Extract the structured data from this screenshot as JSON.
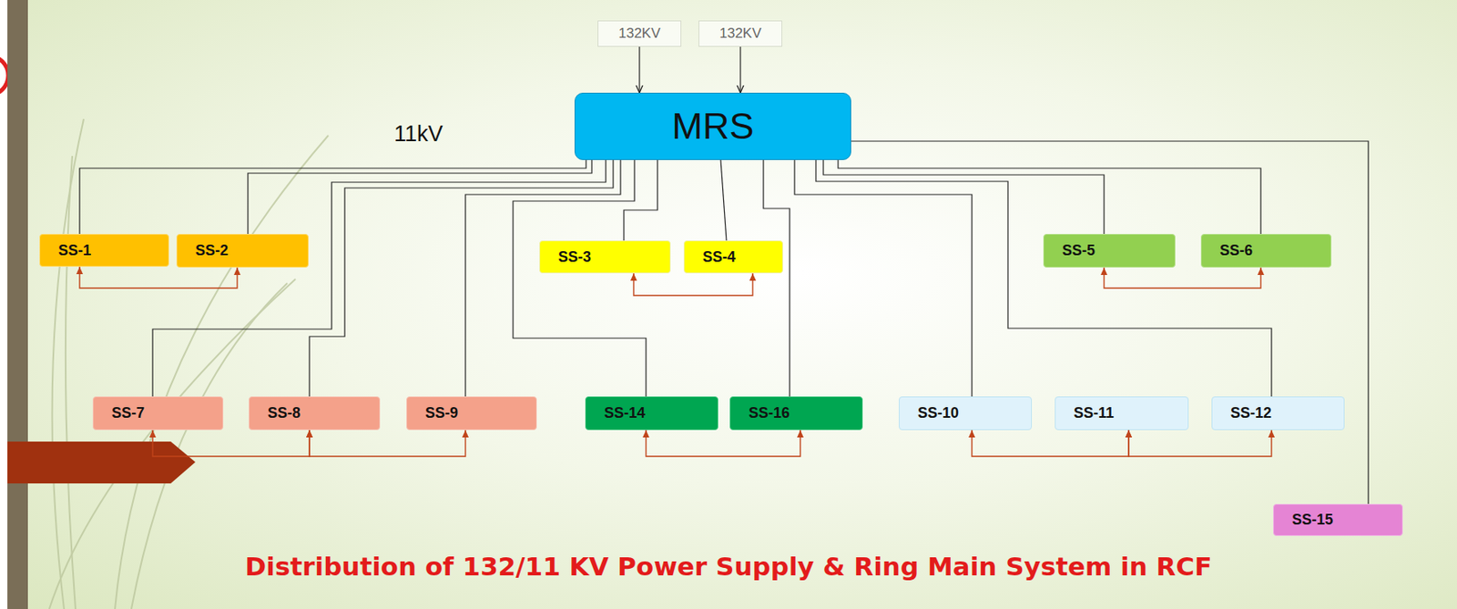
{
  "diagram": {
    "caption": "Distribution of 132/11 KV Power Supply & Ring Main System in RCF",
    "nodes": [
      {
        "text": [
          "132KV"
        ]
      },
      {
        "text": [
          "132KV"
        ]
      },
      {
        "text": [
          "MRS"
        ]
      },
      {
        "text": [
          "SS-1"
        ]
      },
      {
        "text": [
          "SS-2"
        ]
      },
      {
        "text": [
          "SS-3"
        ]
      },
      {
        "text": [
          "SS-4"
        ]
      },
      {
        "text": [
          "SS-5"
        ]
      },
      {
        "text": [
          "SS-6"
        ]
      },
      {
        "text": [
          "SS-7"
        ]
      },
      {
        "text": [
          "SS-8"
        ]
      },
      {
        "text": [
          "SS-9"
        ]
      },
      {
        "text": [
          "SS-14"
        ]
      },
      {
        "text": [
          "SS-16"
        ]
      },
      {
        "text": [
          "SS-10"
        ]
      },
      {
        "text": [
          "SS-11"
        ]
      },
      {
        "text": [
          "SS-12"
        ]
      },
      {
        "text": [
          "SS-15"
        ]
      }
    ],
    "edges": [
      {
        "from": 0,
        "to": 2,
        "arrow": "to"
      },
      {
        "from": 1,
        "to": 2,
        "arrow": "to"
      },
      {
        "from": 2,
        "to": 3,
        "arrow": "none"
      },
      {
        "from": 2,
        "to": 4,
        "arrow": "none"
      },
      {
        "from": 2,
        "to": 5,
        "arrow": "none"
      },
      {
        "from": 2,
        "to": 6,
        "arrow": "none"
      },
      {
        "from": 2,
        "to": 7,
        "arrow": "none"
      },
      {
        "from": 2,
        "to": 8,
        "arrow": "none"
      },
      {
        "from": 2,
        "to": 9,
        "arrow": "none"
      },
      {
        "from": 2,
        "to": 10,
        "arrow": "none"
      },
      {
        "from": 2,
        "to": 11,
        "arrow": "none"
      },
      {
        "from": 2,
        "to": 12,
        "arrow": "none"
      },
      {
        "from": 2,
        "to": 13,
        "arrow": "none"
      },
      {
        "from": 2,
        "to": 14,
        "arrow": "none"
      },
      {
        "from": 2,
        "to": 16,
        "arrow": "none"
      },
      {
        "from": 2,
        "to": 17,
        "arrow": "none"
      },
      {
        "from": 3,
        "to": 4,
        "arrow": "both"
      },
      {
        "from": 5,
        "to": 6,
        "arrow": "both"
      },
      {
        "from": 7,
        "to": 8,
        "arrow": "both"
      },
      {
        "from": 9,
        "to": 10,
        "arrow": "both"
      },
      {
        "from": 10,
        "to": 11,
        "arrow": "both"
      },
      {
        "from": 12,
        "to": 13,
        "arrow": "both"
      },
      {
        "from": 14,
        "to": 15,
        "arrow": "both"
      },
      {
        "from": 15,
        "to": 16,
        "arrow": "both"
      }
    ],
    "labels": [
      "11kV"
    ]
  }
}
